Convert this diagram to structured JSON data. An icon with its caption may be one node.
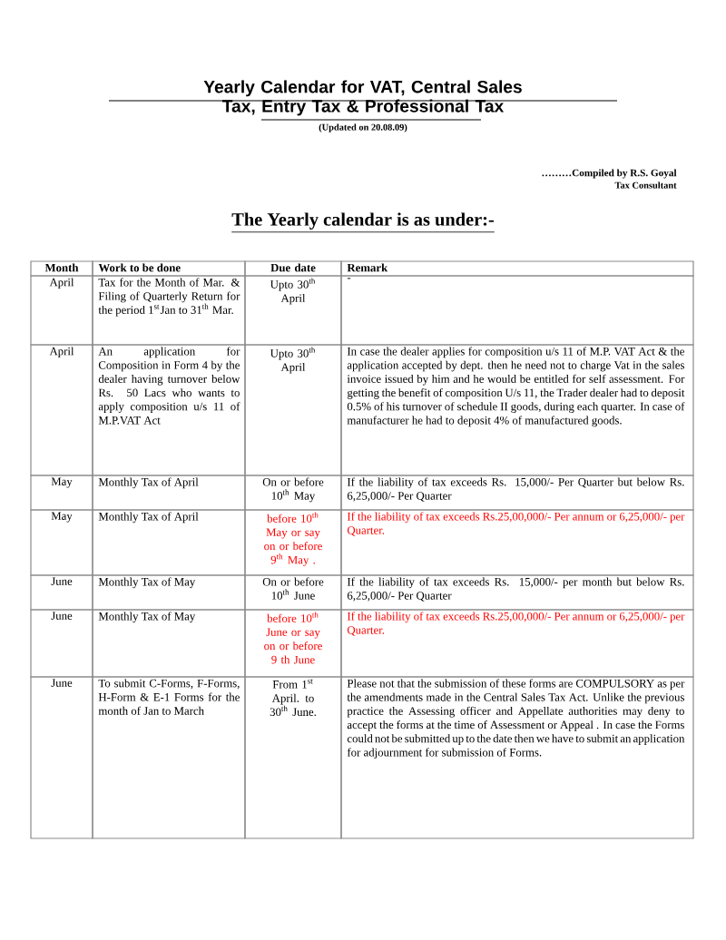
{
  "diagram": {
    "title": "Yearly Calendar  for VAT, Central Sales Tax, Entry Tax & Professional Tax",
    "labels": [
      "(Updated on 20.08.09)",
      "………Compiled by R.S. Goyal",
      "Tax Consultant",
      "The Yearly calendar is  as under:-",
      "Month",
      "Work to be done",
      "Due date",
      "Remark",
      "April",
      "Tax for the Month of Mar. & Filing of Quarterly Return for the period 1$^{st}$Jan to 31$^{th}$ Mar.",
      "Upto 30$^{th}$ April",
      "-",
      "April",
      "An application for Composition in Form 4 by the dealer having turnover below Rs. 50 Lacs who wants to apply composition u/s 11 of M.P.VAT Act",
      "Upto 30$^{th}$ April",
      "In case the dealer applies for composition u/s 11 of M.P. VAT Act & the application accepted by dept. then he need not to charge Vat in the sales invoice issued by him and he would be entitled for self assessment. For getting the benefit of composition U/s 11, the Trader dealer had to deposit 0.5% of his turnover of schedule II goods, during each quarter. In case of manufacturer he had to deposit 4% of manufactured goods.",
      "May",
      "Monthly Tax of April",
      "On or before 10$^{th}$ May",
      "If the liability of tax exceeds Rs. 15,000/- Per Quarter but below Rs. 6,25,000/- Per Quarter",
      "May",
      "Monthly Tax of April",
      "before 10$^{th}$ May or say on or before 9$^{th}$ May .",
      "If the liability of tax exceeds Rs.25,00,000/- Per annum or 6,25,000/- per Quarter.",
      "June",
      "Monthly Tax of May",
      "On or before 10$^{th}$ June",
      "If the liability of tax exceeds Rs. 15,000/- per month but below Rs. 6,25,000/- Per Quarter",
      "June",
      "Monthly Tax of May",
      "before 10$^{th}$ June or say on or before 9 th June",
      "If the liability of tax exceeds Rs.25,00,000/- Per annum or 6,25,000/- per Quarter.",
      "June",
      "To submit C-Forms, F-Forms, H-Form & E-1 Forms for the month of Jan to March",
      "From 1$^{st}$ April. to 30$^{th}$ June.",
      "Please not that the submission of these forms are COMPULSORY as per the amendments made in the Central Sales Tax Act. Unlike the previous practice the Assessing officer and Appellate authorities may deny to accept the forms at the time of Assessment or Appeal . In case the Forms could not be submitted up to the date then we have to submit an application for adjournment for submission of Forms."
    ]
  }
}
